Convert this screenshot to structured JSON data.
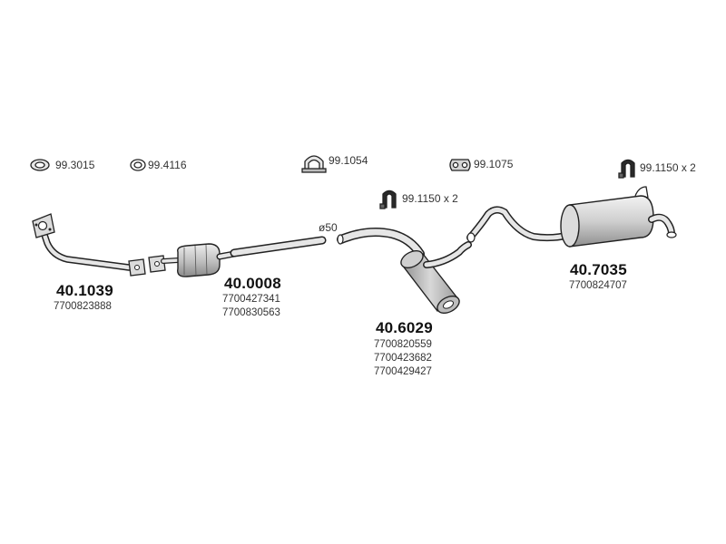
{
  "hardware": [
    {
      "id": "gasket",
      "code": "99.3015"
    },
    {
      "id": "seal-ring",
      "code": "99.4116"
    },
    {
      "id": "clamp",
      "code": "99.1054"
    },
    {
      "id": "rubber-mount-double",
      "code": "99.1075"
    },
    {
      "id": "hanger-mid",
      "code": "99.1150 x 2"
    },
    {
      "id": "hanger-rear",
      "code": "99.1150 x 2"
    }
  ],
  "pipe_diameter": "ø50",
  "parts": [
    {
      "id": "front-pipe",
      "number": "40.1039",
      "oem": [
        "7700823888"
      ]
    },
    {
      "id": "catalytic-converter",
      "number": "40.0008",
      "oem": [
        "7700427341",
        "7700830563"
      ]
    },
    {
      "id": "middle-silencer",
      "number": "40.6029",
      "oem": [
        "7700820559",
        "7700423682",
        "7700429427"
      ]
    },
    {
      "id": "rear-silencer",
      "number": "40.7035",
      "oem": [
        "7700824707"
      ]
    }
  ],
  "colors": {
    "line": "#222222",
    "fill_light": "#e6e6e6",
    "fill_mid": "#c9c9c9",
    "fill_dark": "#9a9a9a"
  }
}
